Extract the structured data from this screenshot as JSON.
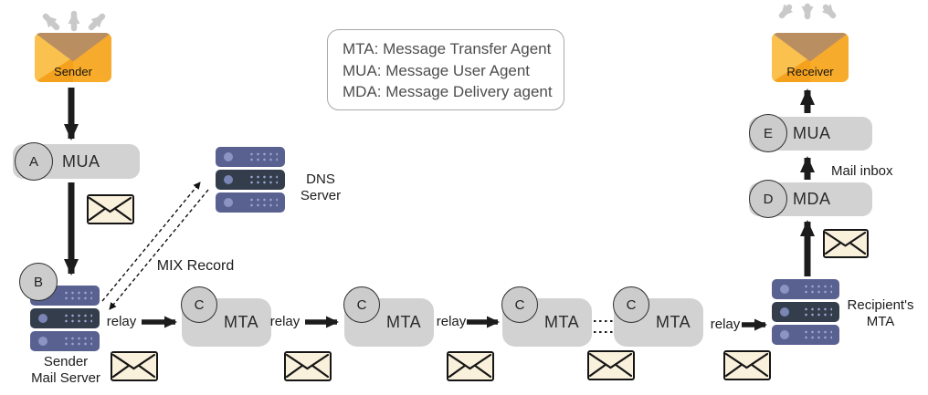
{
  "legend": {
    "lines": [
      "MTA: Message Transfer Agent",
      "MUA: Message User Agent",
      "MDA: Message Delivery agent"
    ]
  },
  "labels": {
    "relay": "relay",
    "mix_record": "MIX Record",
    "mail_inbox": "Mail inbox"
  },
  "nodes": {
    "sender": {
      "label": "Sender"
    },
    "receiver": {
      "label": "Receiver"
    },
    "mua_a": {
      "letter": "A",
      "label": "MUA"
    },
    "sender_mail_server": {
      "letter": "B",
      "label_line1": "Sender",
      "label_line2": "Mail Server"
    },
    "dns_server": {
      "label_line1": "DNS",
      "label_line2": "Server"
    },
    "mta1": {
      "letter": "C",
      "label": "MTA"
    },
    "mta2": {
      "letter": "C",
      "label": "MTA"
    },
    "mta3": {
      "letter": "C",
      "label": "MTA"
    },
    "mta4": {
      "letter": "C",
      "label": "MTA"
    },
    "recipient_mta": {
      "label_line1": "Recipient's",
      "label_line2": "MTA"
    },
    "mda_d": {
      "letter": "D",
      "label": "MDA"
    },
    "mua_e": {
      "letter": "E",
      "label": "MUA"
    }
  },
  "colors": {
    "box_gray": "#d2d2d2",
    "badge_gray": "#cccccc",
    "server_unit": "#596190",
    "server_unit_dark": "#333d4b",
    "envelope_fill": "#faf1dc",
    "big_envelope_orange": "#f7a325",
    "envelope_flap_tan": "#b98f62",
    "arrow_black": "#1c1c1c",
    "arrow_gray": "#c7c7c7"
  }
}
